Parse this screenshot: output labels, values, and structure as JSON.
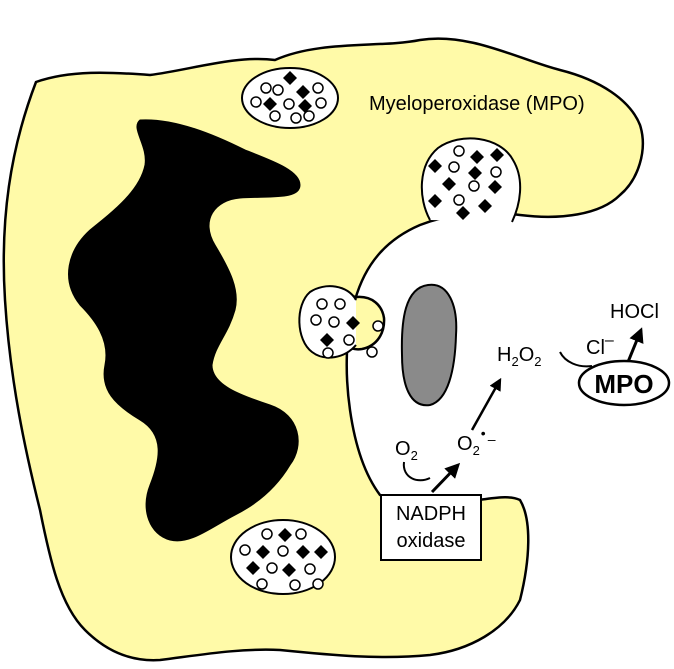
{
  "labels": {
    "mpo_title": "Myeloperoxidase (MPO)",
    "h2o2_h": "H",
    "h2o2_2a": "2",
    "h2o2_o": "O",
    "h2o2_2b": "2",
    "cl_symbol": "Cl",
    "cl_charge": "–",
    "hocl": "HOCl",
    "mpo_enzyme": "MPO",
    "o2_left_o": "O",
    "o2_left_sub": "2",
    "o2_radical_o": "O",
    "o2_radical_sub": "2",
    "o2_radical_sup": "•",
    "o2_radical_charge": "–",
    "nadph_line1": "NADPH",
    "nadph_line2": "oxidase"
  },
  "colors": {
    "cytoplasm": "#FFFAA8",
    "nucleus": "#000000",
    "bacterium": "#8A8A8A",
    "outline": "#000000"
  }
}
